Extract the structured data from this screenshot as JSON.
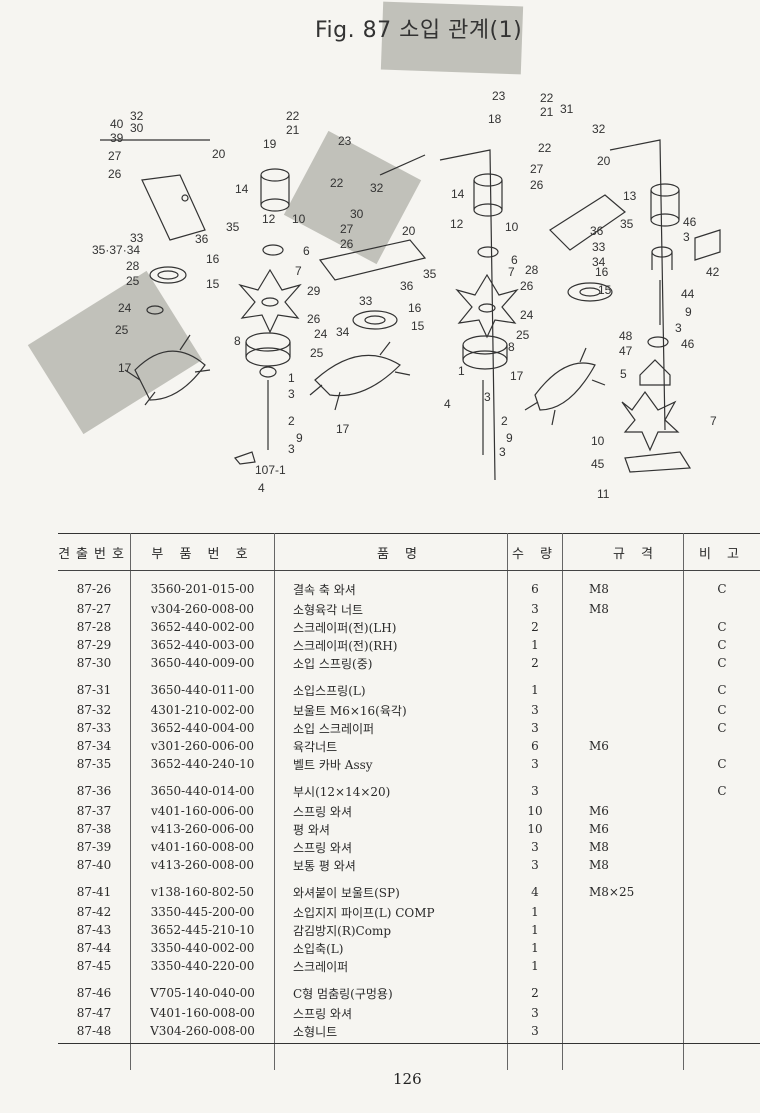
{
  "title": "Fig. 87  소입 관계(1)",
  "page_number": "126",
  "callouts": [
    "40",
    "32",
    "30",
    "39",
    "27",
    "26",
    "20",
    "14",
    "33",
    "35·37·34",
    "28",
    "25",
    "24",
    "25",
    "17",
    "36",
    "35",
    "16",
    "15",
    "22",
    "21",
    "19",
    "23",
    "22",
    "32",
    "30",
    "12",
    "10",
    "6",
    "27",
    "26",
    "20",
    "7",
    "8",
    "29",
    "26",
    "24",
    "25",
    "36",
    "35",
    "16",
    "33",
    "34",
    "15",
    "1",
    "3",
    "2",
    "9",
    "3",
    "107-1",
    "4",
    "17",
    "23",
    "22",
    "18",
    "21",
    "31",
    "32",
    "22",
    "20",
    "27",
    "26",
    "14",
    "12",
    "10",
    "35",
    "36",
    "33",
    "6",
    "34",
    "16",
    "28",
    "26",
    "7",
    "15",
    "24",
    "25",
    "8",
    "17",
    "1",
    "3",
    "4",
    "2",
    "9",
    "3",
    "13",
    "46",
    "3",
    "42",
    "44",
    "9",
    "48",
    "3",
    "47",
    "46",
    "5",
    "7",
    "10",
    "45",
    "11"
  ],
  "table": {
    "headers": [
      "견출번호",
      "부 품 번 호",
      "품 명",
      "수 량",
      "규 격",
      "비 고"
    ],
    "rows": [
      {
        "no": "87-26",
        "part": "3560-201-015-00",
        "name": "결속 축 와셔",
        "qty": "6",
        "spec": "M8",
        "note": "C"
      },
      {
        "no": "87-27",
        "part": "v304-260-008-00",
        "name": "소형육각 너트",
        "qty": "3",
        "spec": "M8",
        "note": ""
      },
      {
        "no": "87-28",
        "part": "3652-440-002-00",
        "name": "스크레이퍼(전)(LH)",
        "qty": "2",
        "spec": "",
        "note": "C"
      },
      {
        "no": "87-29",
        "part": "3652-440-003-00",
        "name": "스크레이퍼(전)(RH)",
        "qty": "1",
        "spec": "",
        "note": "C"
      },
      {
        "no": "87-30",
        "part": "3650-440-009-00",
        "name": "소입 스프링(중)",
        "qty": "2",
        "spec": "",
        "note": "C"
      },
      {
        "no": "87-31",
        "part": "3650-440-011-00",
        "name": "소입스프링(L)",
        "qty": "1",
        "spec": "",
        "note": "C"
      },
      {
        "no": "87-32",
        "part": "4301-210-002-00",
        "name": "보울트 M6×16(육각)",
        "qty": "3",
        "spec": "",
        "note": "C"
      },
      {
        "no": "87-33",
        "part": "3652-440-004-00",
        "name": "소입 스크레이퍼",
        "qty": "3",
        "spec": "",
        "note": "C"
      },
      {
        "no": "87-34",
        "part": "v301-260-006-00",
        "name": "육각너트",
        "qty": "6",
        "spec": "M6",
        "note": ""
      },
      {
        "no": "87-35",
        "part": "3652-440-240-10",
        "name": "벨트 카바 Assy",
        "qty": "3",
        "spec": "",
        "note": "C"
      },
      {
        "no": "87-36",
        "part": "3650-440-014-00",
        "name": "부시(12×14×20)",
        "qty": "3",
        "spec": "",
        "note": "C"
      },
      {
        "no": "87-37",
        "part": "v401-160-006-00",
        "name": "스프링 와셔",
        "qty": "10",
        "spec": "M6",
        "note": ""
      },
      {
        "no": "87-38",
        "part": "v413-260-006-00",
        "name": "평 와셔",
        "qty": "10",
        "spec": "M6",
        "note": ""
      },
      {
        "no": "87-39",
        "part": "v401-160-008-00",
        "name": "스프링 와셔",
        "qty": "3",
        "spec": "M8",
        "note": ""
      },
      {
        "no": "87-40",
        "part": "v413-260-008-00",
        "name": "보통 평 와셔",
        "qty": "3",
        "spec": "M8",
        "note": ""
      },
      {
        "no": "87-41",
        "part": "v138-160-802-50",
        "name": "와셔붙이 보울트(SP)",
        "qty": "4",
        "spec": "M8×25",
        "note": ""
      },
      {
        "no": "87-42",
        "part": "3350-445-200-00",
        "name": "소입지지 파이프(L) COMP",
        "qty": "1",
        "spec": "",
        "note": ""
      },
      {
        "no": "87-43",
        "part": "3652-445-210-10",
        "name": "감김방지(R)Comp",
        "qty": "1",
        "spec": "",
        "note": ""
      },
      {
        "no": "87-44",
        "part": "3350-440-002-00",
        "name": "소입축(L)",
        "qty": "1",
        "spec": "",
        "note": ""
      },
      {
        "no": "87-45",
        "part": "3350-440-220-00",
        "name": "스크레이퍼",
        "qty": "1",
        "spec": "",
        "note": ""
      },
      {
        "no": "87-46",
        "part": "V705-140-040-00",
        "name": "C형 멈춤링(구멍용)",
        "qty": "2",
        "spec": "",
        "note": ""
      },
      {
        "no": "87-47",
        "part": "V401-160-008-00",
        "name": "스프링 와셔",
        "qty": "3",
        "spec": "",
        "note": ""
      },
      {
        "no": "87-48",
        "part": "V304-260-008-00",
        "name": "소형니트",
        "qty": "3",
        "spec": "",
        "note": ""
      }
    ]
  }
}
